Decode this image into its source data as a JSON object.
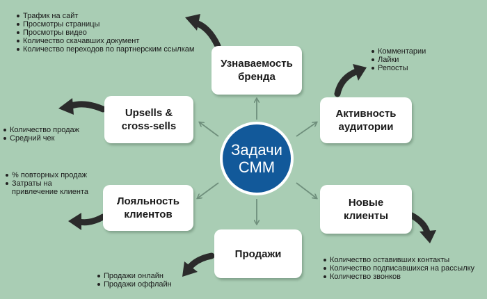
{
  "center": {
    "label": "Задачи\nСММ"
  },
  "nodes": {
    "brand": "Узнаваемость\nбренда",
    "activity": "Активность\nаудитории",
    "new_clients": "Новые\nклиенты",
    "sales": "Продажи",
    "loyalty": "Лояльность\nклиентов",
    "upsells": "Upsells &\ncross-sells"
  },
  "metrics": {
    "brand": [
      "Трафик на сайт",
      "Просмотры страницы",
      "Просмотры видео",
      "Количество скачавших документ",
      "Количество переходов по партнерским ссылкам"
    ],
    "activity": [
      "Комментарии",
      "Лайки",
      "Репосты"
    ],
    "new_clients": [
      "Количество оставивших контакты",
      "Количество подписавшихся на рассылку",
      "Количество звонков"
    ],
    "sales": [
      "Продажи онлайн",
      "Продажи оффлайн"
    ],
    "loyalty": [
      "% повторных продаж",
      "Затраты на привлечение клиента"
    ],
    "upsells": [
      "Количество продаж",
      "Средний чек"
    ]
  },
  "colors": {
    "background": "#a9cdb4",
    "center_fill": "#12599a",
    "arrow_dark": "#2b2b2b",
    "arrow_light": "#6f8f7c",
    "node_fill": "#ffffff"
  }
}
